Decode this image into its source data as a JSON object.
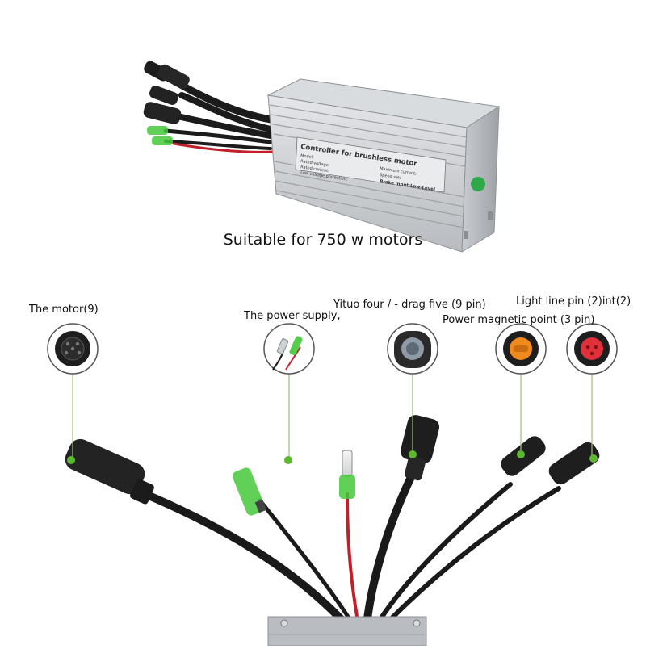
{
  "caption": "Suitable for 750 w motors",
  "controller_label": {
    "title": "Controller for brushless motor",
    "model": "Model:",
    "rated_voltage": "Rated voltage:",
    "rated_current": "Rated current:",
    "low_voltage": "Low voltage protection:",
    "max_current": "Maximum current:",
    "speed_set": "Speed set:",
    "brake_input": "Brake input:Low-Level"
  },
  "callouts": {
    "motor": "The motor(9)",
    "power_supply": "The power supply,",
    "yituo": "Yituo four / - drag five (9 pin)",
    "light_line": "Light line pin (2)int(2)",
    "power_magnetic": "Power magnetic point (3 pin)"
  },
  "colors": {
    "callout_line": "#9dbf7a",
    "dot_green": "#5cb82e",
    "housing": "#b9bcc0",
    "cable": "#1a1a1a",
    "red_wire": "#c0202a",
    "green_sleeve": "#44c83a",
    "orange_pin": "#f08a1c",
    "red_pin": "#e0303a"
  }
}
